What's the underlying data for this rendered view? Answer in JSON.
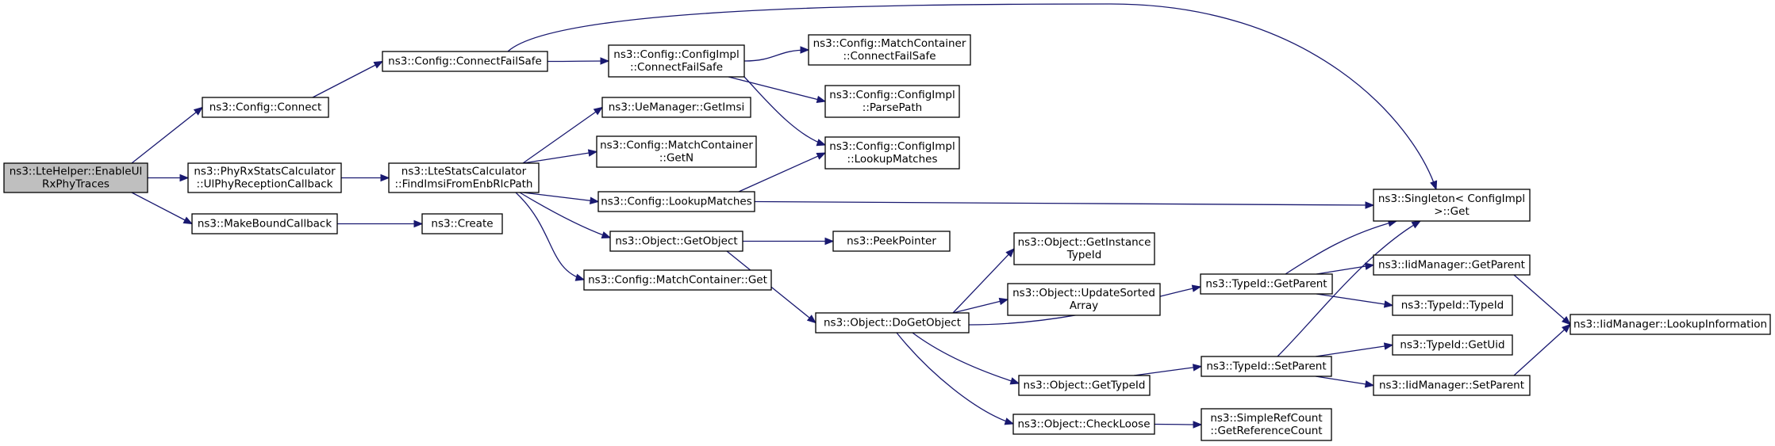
{
  "nodes": [
    {
      "id": "root",
      "lines": [
        "ns3::LteHelper::EnableUl",
        "RxPhyTraces"
      ],
      "root": true
    },
    {
      "id": "connect",
      "lines": [
        "ns3::Config::Connect"
      ]
    },
    {
      "id": "phyrx",
      "lines": [
        "ns3::PhyRxStatsCalculator",
        "::UlPhyReceptionCallback"
      ]
    },
    {
      "id": "mkbound",
      "lines": [
        "ns3::MakeBoundCallback"
      ]
    },
    {
      "id": "cfs",
      "lines": [
        "ns3::Config::ConnectFailSafe"
      ]
    },
    {
      "id": "ltestats",
      "lines": [
        "ns3::LteStatsCalculator",
        "::FindImsiFromEnbRlcPath"
      ]
    },
    {
      "id": "create",
      "lines": [
        "ns3::Create"
      ]
    },
    {
      "id": "cicfs",
      "lines": [
        "ns3::Config::ConfigImpl",
        "::ConnectFailSafe"
      ]
    },
    {
      "id": "uemgr",
      "lines": [
        "ns3::UeManager::GetImsi"
      ]
    },
    {
      "id": "mcgetn",
      "lines": [
        "ns3::Config::MatchContainer",
        "::GetN"
      ]
    },
    {
      "id": "lookup",
      "lines": [
        "ns3::Config::LookupMatches"
      ]
    },
    {
      "id": "getobj",
      "lines": [
        "ns3::Object::GetObject"
      ]
    },
    {
      "id": "mcget",
      "lines": [
        "ns3::Config::MatchContainer::Get"
      ]
    },
    {
      "id": "mccfs",
      "lines": [
        "ns3::Config::MatchContainer",
        "::ConnectFailSafe"
      ]
    },
    {
      "id": "parsepath",
      "lines": [
        "ns3::Config::ConfigImpl",
        "::ParsePath"
      ]
    },
    {
      "id": "cilookup",
      "lines": [
        "ns3::Config::ConfigImpl",
        "::LookupMatches"
      ]
    },
    {
      "id": "peek",
      "lines": [
        "ns3::PeekPointer"
      ]
    },
    {
      "id": "dogetobj",
      "lines": [
        "ns3::Object::DoGetObject"
      ]
    },
    {
      "id": "getinst",
      "lines": [
        "ns3::Object::GetInstance",
        "TypeId"
      ]
    },
    {
      "id": "updsorted",
      "lines": [
        "ns3::Object::UpdateSorted",
        "Array"
      ]
    },
    {
      "id": "gettypeid",
      "lines": [
        "ns3::Object::GetTypeId"
      ]
    },
    {
      "id": "checkloose",
      "lines": [
        "ns3::Object::CheckLoose"
      ]
    },
    {
      "id": "singleton",
      "lines": [
        "ns3::Singleton< ConfigImpl",
        " >::Get"
      ]
    },
    {
      "id": "tgetparent",
      "lines": [
        "ns3::TypeId::GetParent"
      ]
    },
    {
      "id": "tsetparent",
      "lines": [
        "ns3::TypeId::SetParent"
      ]
    },
    {
      "id": "srcget",
      "lines": [
        "ns3::SimpleRefCount",
        "::GetReferenceCount"
      ]
    },
    {
      "id": "iidgetparent",
      "lines": [
        "ns3::IidManager::GetParent"
      ]
    },
    {
      "id": "typeidtypeid",
      "lines": [
        "ns3::TypeId::TypeId"
      ]
    },
    {
      "id": "getuid",
      "lines": [
        "ns3::TypeId::GetUid"
      ]
    },
    {
      "id": "iidsetparent",
      "lines": [
        "ns3::IidManager::SetParent"
      ]
    },
    {
      "id": "lookupinfo",
      "lines": [
        "ns3::IidManager::LookupInformation"
      ]
    }
  ],
  "edges": [
    {
      "from": "root",
      "to": "connect"
    },
    {
      "from": "root",
      "to": "phyrx"
    },
    {
      "from": "root",
      "to": "mkbound"
    },
    {
      "from": "connect",
      "to": "cfs"
    },
    {
      "from": "cfs",
      "to": "cicfs"
    },
    {
      "from": "cfs",
      "to": "singleton"
    },
    {
      "from": "cicfs",
      "to": "mccfs"
    },
    {
      "from": "cicfs",
      "to": "parsepath"
    },
    {
      "from": "cicfs",
      "to": "cilookup"
    },
    {
      "from": "phyrx",
      "to": "ltestats"
    },
    {
      "from": "ltestats",
      "to": "uemgr"
    },
    {
      "from": "ltestats",
      "to": "mcgetn"
    },
    {
      "from": "ltestats",
      "to": "lookup"
    },
    {
      "from": "ltestats",
      "to": "getobj"
    },
    {
      "from": "ltestats",
      "to": "mcget"
    },
    {
      "from": "lookup",
      "to": "cilookup"
    },
    {
      "from": "lookup",
      "to": "singleton"
    },
    {
      "from": "mkbound",
      "to": "create"
    },
    {
      "from": "getobj",
      "to": "peek"
    },
    {
      "from": "getobj",
      "to": "dogetobj"
    },
    {
      "from": "dogetobj",
      "to": "getinst"
    },
    {
      "from": "dogetobj",
      "to": "updsorted"
    },
    {
      "from": "dogetobj",
      "to": "tgetparent"
    },
    {
      "from": "dogetobj",
      "to": "gettypeid"
    },
    {
      "from": "dogetobj",
      "to": "checkloose"
    },
    {
      "from": "gettypeid",
      "to": "tsetparent"
    },
    {
      "from": "checkloose",
      "to": "srcget"
    },
    {
      "from": "tgetparent",
      "to": "singleton"
    },
    {
      "from": "tgetparent",
      "to": "iidgetparent"
    },
    {
      "from": "tgetparent",
      "to": "typeidtypeid"
    },
    {
      "from": "tsetparent",
      "to": "singleton"
    },
    {
      "from": "tsetparent",
      "to": "getuid"
    },
    {
      "from": "tsetparent",
      "to": "iidsetparent"
    },
    {
      "from": "iidgetparent",
      "to": "lookupinfo"
    },
    {
      "from": "iidsetparent",
      "to": "lookupinfo"
    }
  ],
  "colors": {
    "edge": "#191970",
    "root_fill": "#bfbfbf",
    "node_fill": "#ffffff"
  }
}
